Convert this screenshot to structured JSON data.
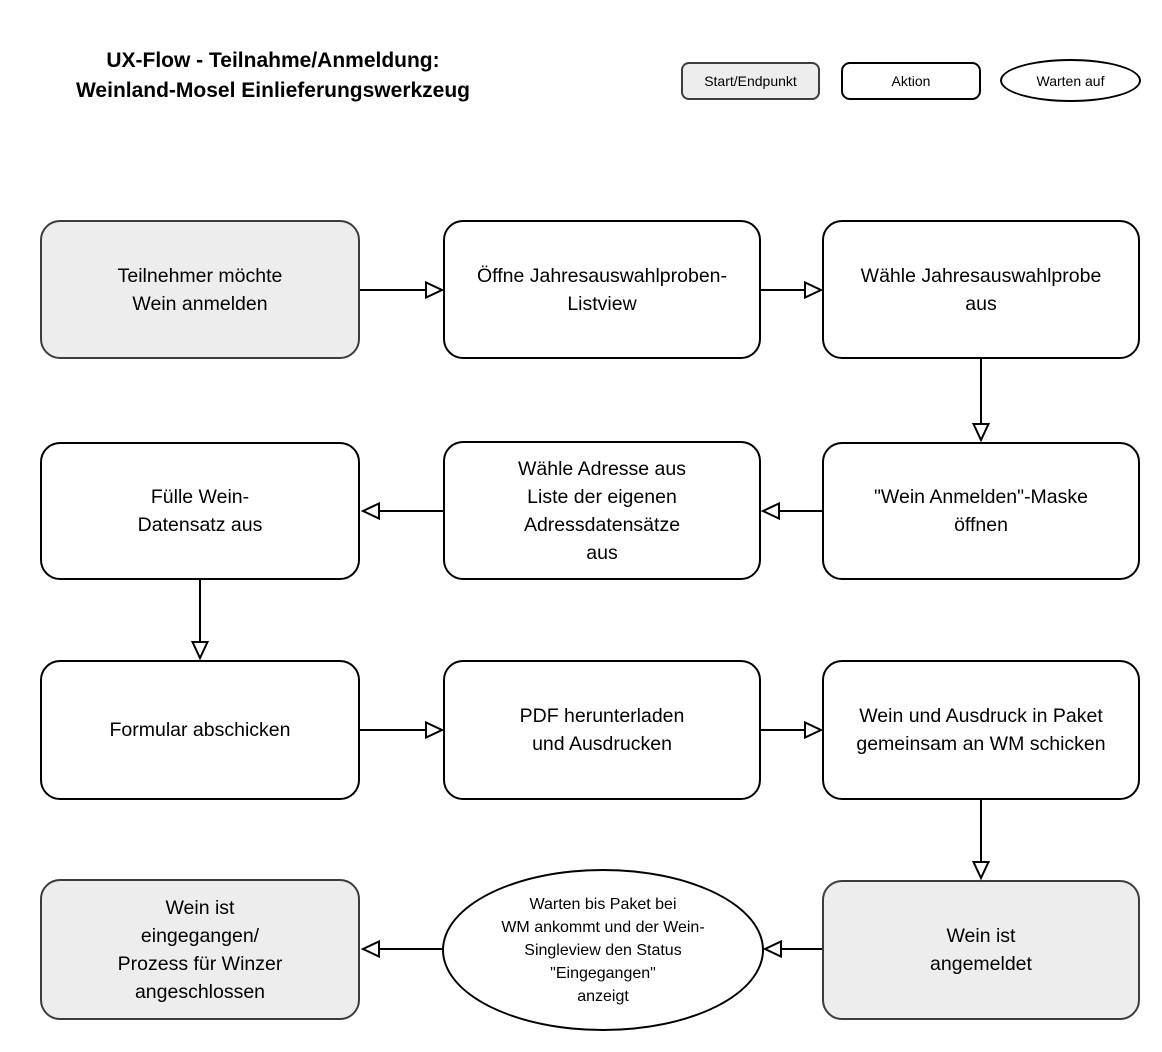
{
  "title": "UX-Flow - Teilnahme/Anmeldung:\nWeinland-Mosel Einlieferungswerkzeug",
  "legend": {
    "start_end": "Start/Endpunkt",
    "action": "Aktion",
    "wait": "Warten auf"
  },
  "colors": {
    "start_end_fill": "#ededed",
    "action_fill": "#ffffff",
    "start_end_border": "#3d3d3d",
    "action_border": "#000000",
    "background": "#ffffff"
  },
  "flow": {
    "nodes": [
      {
        "id": "start",
        "type": "start-end",
        "label": "Teilnehmer möchte\nWein anmelden"
      },
      {
        "id": "open-listview",
        "type": "action",
        "label": "Öffne Jahresauswahlproben-\nListview"
      },
      {
        "id": "choose-probe",
        "type": "action",
        "label": "Wähle Jahresauswahlprobe\naus"
      },
      {
        "id": "fill-wine-record",
        "type": "action",
        "label": "Fülle Wein-\nDatensatz aus"
      },
      {
        "id": "choose-address",
        "type": "action",
        "label": "Wähle Adresse aus\nListe der eigenen\nAdressdatensätze\naus"
      },
      {
        "id": "open-mask",
        "type": "action",
        "label": "\"Wein Anmelden\"-Maske\nöffnen"
      },
      {
        "id": "submit-form",
        "type": "action",
        "label": "Formular abschicken"
      },
      {
        "id": "download-pdf",
        "type": "action",
        "label": "PDF herunterladen\nund Ausdrucken"
      },
      {
        "id": "send-package",
        "type": "action",
        "label": "Wein und Ausdruck in Paket\ngemeinsam an WM schicken"
      },
      {
        "id": "process-finished",
        "type": "start-end",
        "label": "Wein ist\neingegangen/\nProzess für Winzer\nangeschlossen"
      },
      {
        "id": "wait-package",
        "type": "wait",
        "label": "Warten bis Paket bei\nWM ankommt und der Wein-\nSingleview den Status\n\"Eingegangen\"\nanzeigt"
      },
      {
        "id": "wine-registered",
        "type": "start-end",
        "label": "Wein ist\nangemeldet"
      }
    ]
  }
}
